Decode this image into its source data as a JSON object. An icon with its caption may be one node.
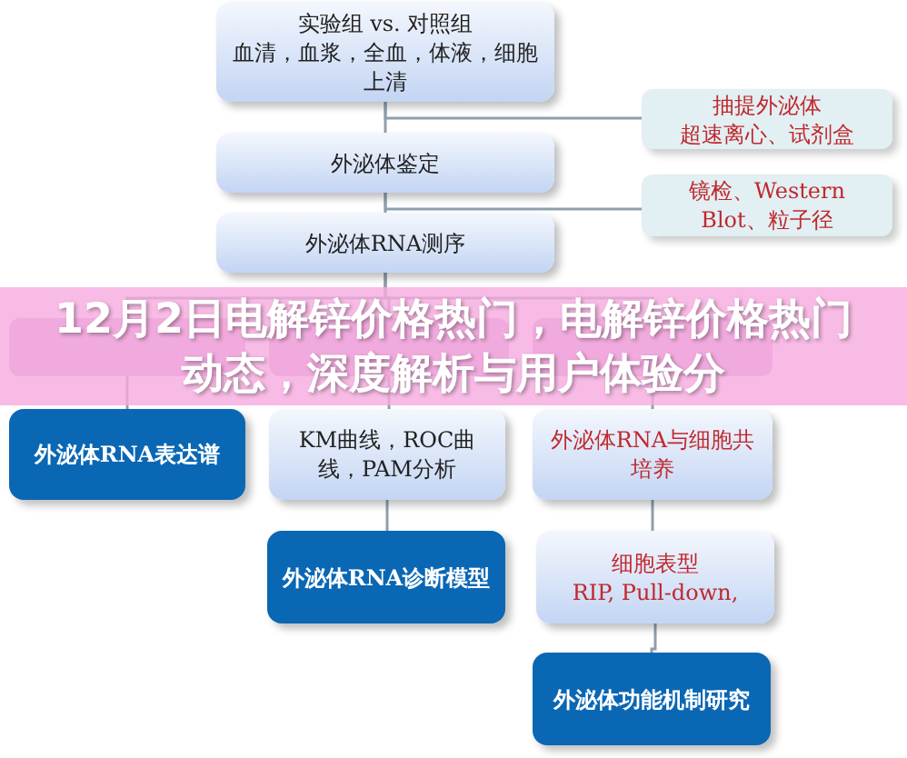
{
  "diagram": {
    "title": "12月2日电解锌价格热门，电解锌价格热门动态，深度解析与用户体验分",
    "nodes": [
      {
        "text": [
          "实验组 vs. 对照组",
          "血清，血浆，全血，体液，细胞上清"
        ]
      },
      {
        "text": [
          "抽提外泌体",
          "超速离心、试剂盒"
        ]
      },
      {
        "text": [
          "外泌体鉴定"
        ]
      },
      {
        "text": [
          "镜检、Western Blot、粒子径"
        ]
      },
      {
        "text": [
          "外泌体RNA测序"
        ]
      },
      {
        "text": [],
        "shape": "box"
      },
      {
        "text": [],
        "shape": "box"
      },
      {
        "text": [],
        "shape": "box"
      },
      {
        "text": [
          "外泌体RNA表达谱"
        ]
      },
      {
        "text": [
          "KM曲线，ROC曲线，PAM分析"
        ]
      },
      {
        "text": [
          "外泌体RNA与细胞共培养"
        ]
      },
      {
        "text": [
          "外泌体RNA诊断模型"
        ]
      },
      {
        "text": [
          "细胞表型",
          "RIP, Pull-down,"
        ]
      },
      {
        "text": [
          "外泌体功能机制研究"
        ]
      }
    ],
    "edges": [
      {
        "from": 0,
        "to": 2,
        "arrow": "none"
      },
      {
        "from": 0,
        "to": 1,
        "arrow": "none"
      },
      {
        "from": 2,
        "to": 4,
        "arrow": "none"
      },
      {
        "from": 2,
        "to": 3,
        "arrow": "none"
      },
      {
        "from": 4,
        "to": 5,
        "arrow": "none"
      },
      {
        "from": 4,
        "to": 6,
        "arrow": "none"
      },
      {
        "from": 4,
        "to": 7,
        "arrow": "none"
      },
      {
        "from": 5,
        "to": 8,
        "arrow": "none"
      },
      {
        "from": 6,
        "to": 9,
        "arrow": "none"
      },
      {
        "from": 7,
        "to": 10,
        "arrow": "none"
      },
      {
        "from": 9,
        "to": 11,
        "arrow": "none"
      },
      {
        "from": 10,
        "to": 12,
        "arrow": "none"
      },
      {
        "from": 12,
        "to": 13,
        "arrow": "none"
      }
    ]
  }
}
